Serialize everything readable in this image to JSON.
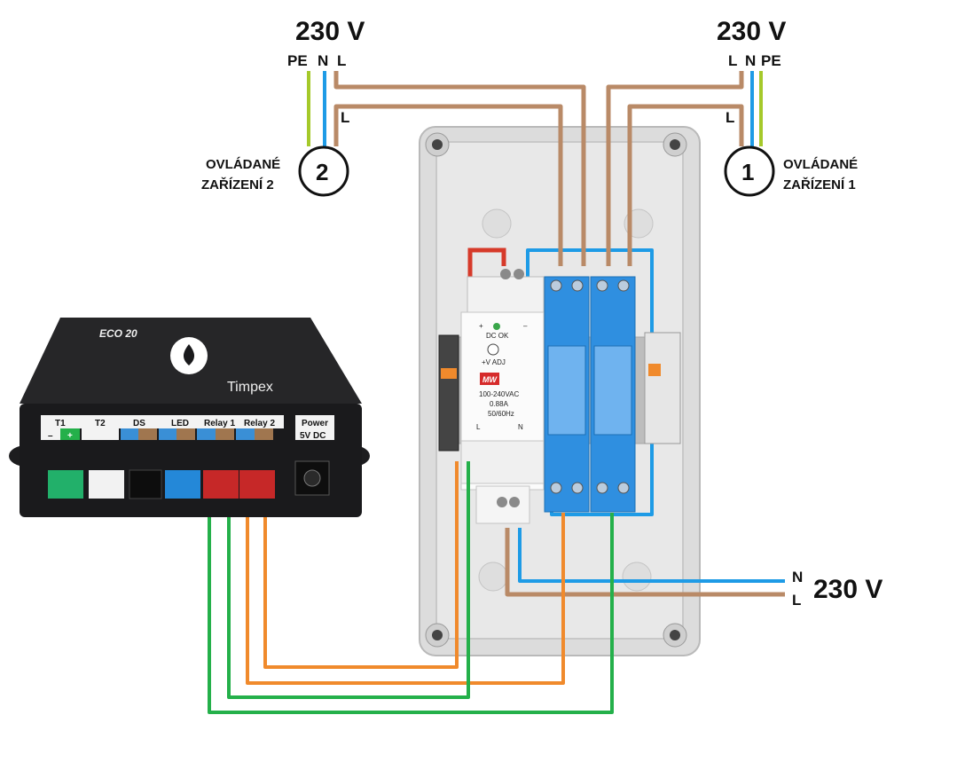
{
  "supply_top_left": {
    "voltage": "230 V",
    "pe": "PE",
    "n": "N",
    "l": "L",
    "switched_l": "L"
  },
  "supply_top_right": {
    "voltage": "230 V",
    "pe": "PE",
    "n": "N",
    "l": "L",
    "switched_l": "L"
  },
  "device_2": {
    "number": "2",
    "line1": "OVLÁDANÉ",
    "line2": "ZAŘÍZENÍ 2"
  },
  "device_1": {
    "number": "1",
    "line1": "OVLÁDANÉ",
    "line2": "ZAŘÍZENÍ 1"
  },
  "supply_bottom": {
    "voltage": "230 V",
    "n": "N",
    "l": "L"
  },
  "controller": {
    "model": "ECO 20",
    "brand": "Timpex",
    "ports": [
      "T1",
      "T2",
      "DS",
      "LED",
      "Relay 1",
      "Relay 2",
      "Power"
    ],
    "t1_minus": "–",
    "t1_plus": "+",
    "power_sub": "5V DC"
  },
  "psu": {
    "dc_ok": "DC OK",
    "plus": "+",
    "minus": "–",
    "adj": "+V ADJ",
    "logo": "MW",
    "rating_1": "100-240VAC",
    "rating_2": "0.88A",
    "rating_3": "50/60Hz",
    "term_l": "L",
    "term_n": "N"
  },
  "colors": {
    "phase_brown": "#b98a67",
    "neutral_blue": "#1e9be6",
    "pe_green_yellow": "#a5c92a",
    "control_green": "#24b04a",
    "control_orange": "#f08a2c",
    "relay_blue": "#2f8fe0",
    "controller_body": "#1d1d1f"
  }
}
